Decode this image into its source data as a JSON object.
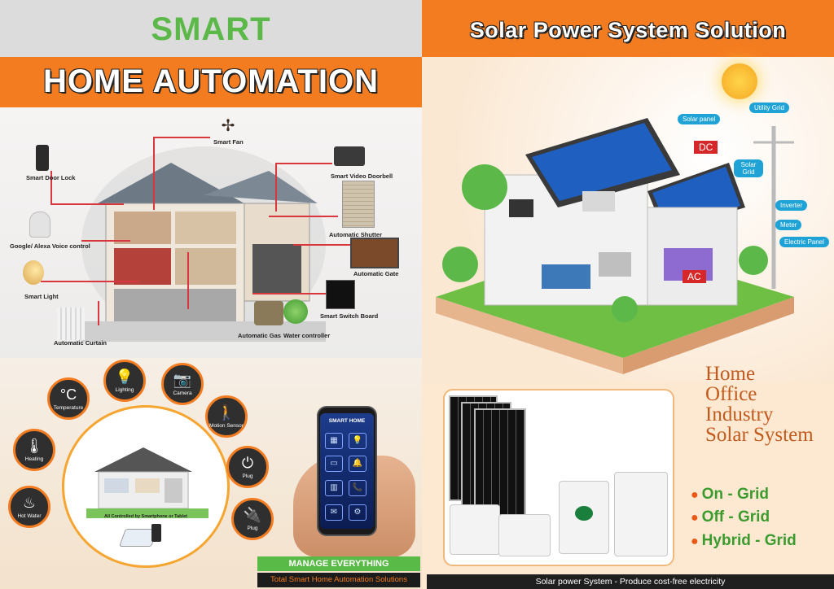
{
  "left": {
    "smart_title": "SMART",
    "home_title": "HOME AUTOMATION",
    "device_labels": {
      "smart_fan": "Smart Fan",
      "smart_door_lock": "Smart Door Lock",
      "smart_video_doorbell": "Smart Video Doorbell",
      "voice_control": "Google/ Alexa Voice control",
      "automatic_shutter": "Automatic Shutter",
      "automatic_gate": "Automatic Gate",
      "smart_light": "Smart Light",
      "smart_switch_board": "Smart Switch Board",
      "automatic_curtain": "Automatic Curtain",
      "automatic_gas": "Automatic Gas",
      "water_controller": "Water  controller"
    },
    "circle_icons": [
      {
        "label": "Temperature",
        "glyph": "°C"
      },
      {
        "label": "Lighting",
        "glyph": "💡"
      },
      {
        "label": "Camera",
        "glyph": "📷"
      },
      {
        "label": "Motion Sensor",
        "glyph": "🚶"
      },
      {
        "label": "Heating",
        "glyph": "🌡"
      },
      {
        "label": "Plug",
        "glyph": "⏻"
      },
      {
        "label": "Hot Water",
        "glyph": "♨"
      },
      {
        "label": "Plug",
        "glyph": "🔌"
      }
    ],
    "hub_caption": "All Controlled by Smartphone or Tablet",
    "phone_title": "SMART HOME",
    "phone_tiles": [
      "▦",
      "💡",
      "▭",
      "🔔",
      "▥",
      "📞",
      "✉",
      "⚙"
    ],
    "manage_label": "MANAGE EVERYTHING",
    "total_label": "Total Smart Home Automation Solutions"
  },
  "right": {
    "title": "Solar Power System Solution",
    "tags": {
      "solar_panel": "Solar panel",
      "solar_grid": "Solar Grid",
      "utility_grid": "Utility Grid",
      "inverter": "Inverter",
      "meter": "Meter",
      "electric_panel": "Electric Panel"
    },
    "dc": "DC",
    "ac": "AC",
    "system_lines": [
      "Home",
      "Office",
      "Industry",
      "Solar System"
    ],
    "grid_types": [
      "On - Grid",
      "Off - Grid",
      "Hybrid - Grid"
    ],
    "bottom_caption": "Solar power System - Produce cost-free electricity"
  },
  "colors": {
    "brand_orange": "#f47c20",
    "brand_green": "#5cb949",
    "tag_blue": "#1fa3d6",
    "alert_red": "#d62828"
  }
}
